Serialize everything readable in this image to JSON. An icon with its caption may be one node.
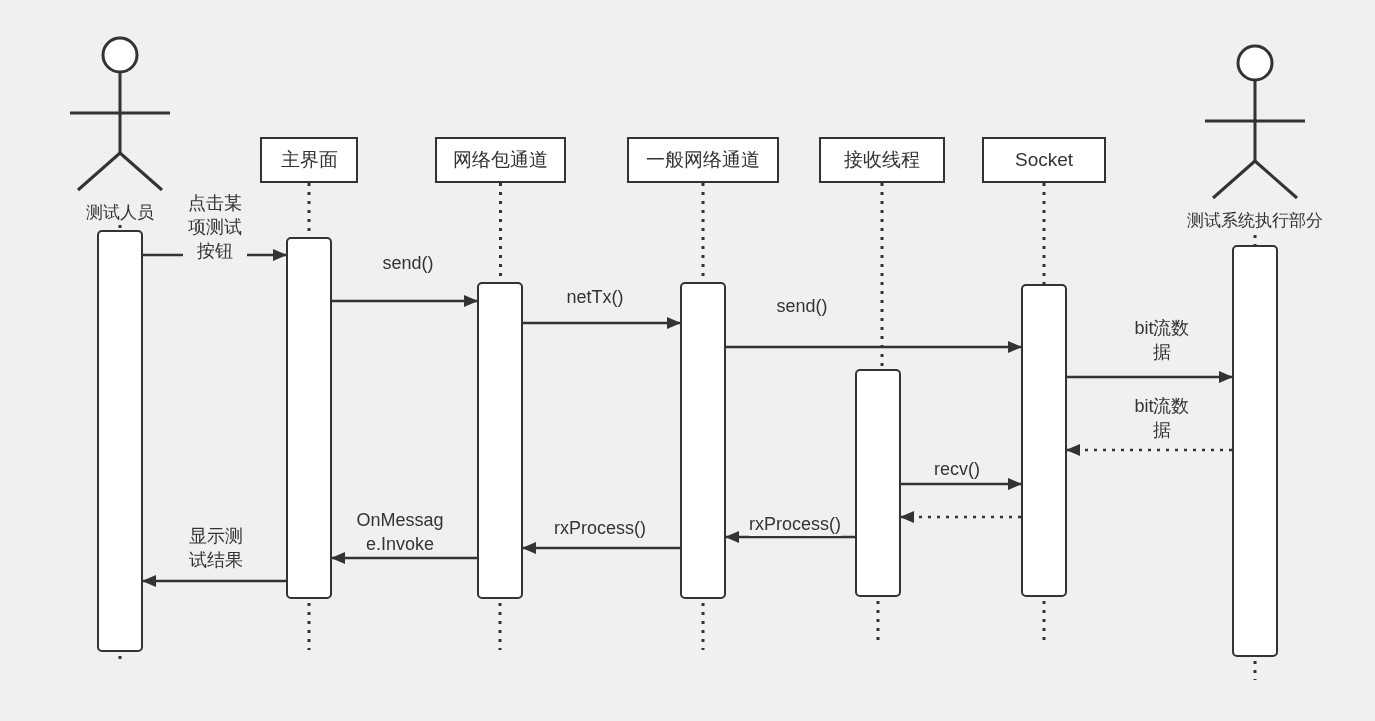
{
  "diagram": {
    "nodes": [
      {
        "text": [
          "测试人员"
        ]
      },
      {
        "text": [
          "主界面"
        ]
      },
      {
        "text": [
          "网络包通道"
        ]
      },
      {
        "text": [
          "一般网络通道"
        ]
      },
      {
        "text": [
          "接收线程"
        ]
      },
      {
        "text": [
          "Socket"
        ]
      },
      {
        "text": [
          "测试系统执行部分"
        ]
      },
      {
        "text": [],
        "shape": "bar"
      },
      {
        "text": [],
        "shape": "bar"
      },
      {
        "text": [],
        "shape": "bar"
      },
      {
        "text": [],
        "shape": "bar"
      },
      {
        "text": [],
        "shape": "bar"
      },
      {
        "text": [],
        "shape": "bar"
      },
      {
        "text": [],
        "shape": "bar"
      }
    ],
    "edges": [
      {
        "from": 0,
        "to": 7,
        "arrow": "none",
        "style": "dashed"
      },
      {
        "from": 1,
        "to": 8,
        "arrow": "none",
        "style": "dashed"
      },
      {
        "from": 2,
        "to": 9,
        "arrow": "none",
        "style": "dashed"
      },
      {
        "from": 3,
        "to": 10,
        "arrow": "none",
        "style": "dashed"
      },
      {
        "from": 4,
        "to": 11,
        "arrow": "none",
        "style": "dashed"
      },
      {
        "from": 5,
        "to": 12,
        "arrow": "none",
        "style": "dashed"
      },
      {
        "from": 6,
        "to": 13,
        "arrow": "none",
        "style": "dashed"
      },
      {
        "from": 7,
        "to": 8,
        "arrow": "to",
        "label": "点击某项测试按钮"
      },
      {
        "from": 8,
        "to": 9,
        "arrow": "to",
        "label": "send()"
      },
      {
        "from": 9,
        "to": 10,
        "arrow": "to",
        "label": "netTx()"
      },
      {
        "from": 10,
        "to": 12,
        "arrow": "to",
        "label": "send()"
      },
      {
        "from": 12,
        "to": 13,
        "arrow": "to",
        "label": "bit流数据"
      },
      {
        "from": 13,
        "to": 12,
        "arrow": "to",
        "label": "bit流数据",
        "style": "dashed"
      },
      {
        "from": 11,
        "to": 12,
        "arrow": "to",
        "label": "recv()"
      },
      {
        "from": 12,
        "to": 11,
        "arrow": "to",
        "style": "dashed"
      },
      {
        "from": 11,
        "to": 10,
        "arrow": "to",
        "label": "rxProcess()"
      },
      {
        "from": 10,
        "to": 9,
        "arrow": "to",
        "label": "rxProcess()"
      },
      {
        "from": 9,
        "to": 8,
        "arrow": "to",
        "label": "OnMessage.Invoke"
      },
      {
        "from": 8,
        "to": 7,
        "arrow": "to",
        "label": "显示测试结果"
      }
    ]
  }
}
